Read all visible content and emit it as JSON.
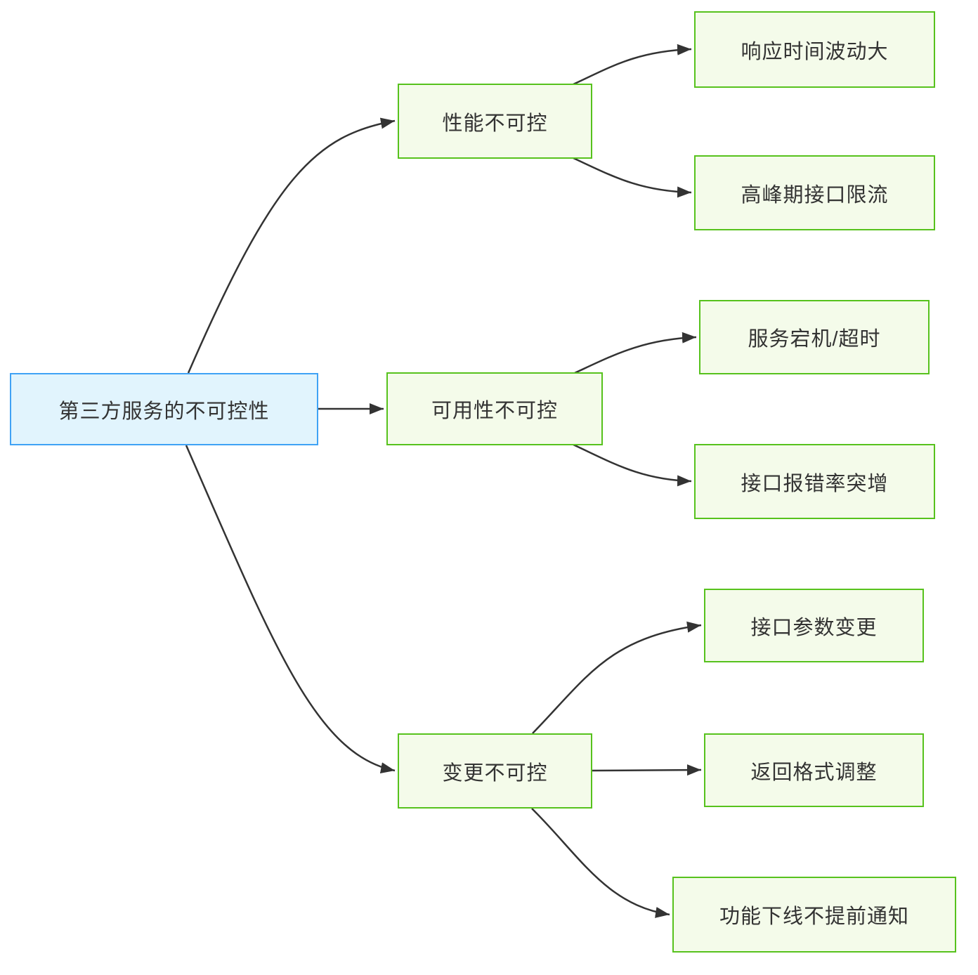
{
  "diagram": {
    "type": "mindmap-flowchart",
    "root": {
      "label": "第三方服务的不可控性"
    },
    "branches": [
      {
        "label": "性能不可控",
        "children": [
          {
            "label": "响应时间波动大"
          },
          {
            "label": "高峰期接口限流"
          }
        ]
      },
      {
        "label": "可用性不可控",
        "children": [
          {
            "label": "服务宕机/超时"
          },
          {
            "label": "接口报错率突增"
          }
        ]
      },
      {
        "label": "变更不可控",
        "children": [
          {
            "label": "接口参数变更"
          },
          {
            "label": "返回格式调整"
          },
          {
            "label": "功能下线不提前通知"
          }
        ]
      }
    ],
    "colors": {
      "background": "#FFFFFF",
      "root_fill": "#E1F4FD",
      "root_border": "#3FA2F5",
      "branch_fill": "#F4FBEA",
      "branch_border": "#57C21D",
      "edge": "#333333",
      "text": "#333333"
    }
  }
}
